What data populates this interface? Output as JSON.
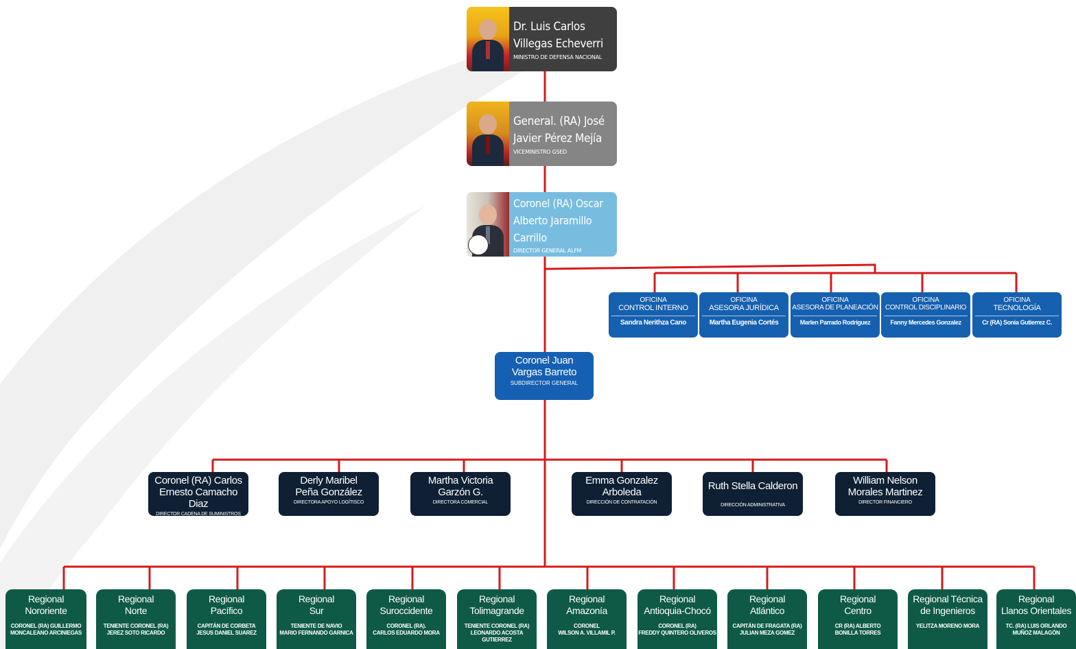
{
  "colors": {
    "connector": "#d41b1b",
    "minister": "#3f3f3f",
    "vice": "#858585",
    "director": "#78bde0",
    "office": "#1660b0",
    "subdirector": "#1560b3",
    "directorate": "#0f2034",
    "regional": "#0f5a46"
  },
  "minister": {
    "name": "Dr. Luis Carlos\nVillegas Echeverri",
    "role": "MINISTRO DE DEFENSA NACIONAL"
  },
  "vice_minister": {
    "name": "General. (RA) José\nJavier Pérez Mejía",
    "role": "VICEMINISTRO GSED"
  },
  "director_general": {
    "name": "Coronel (RA) Oscar\nAlberto Jaramillo Carrillo",
    "role": "DIRECTOR GENERAL ALFM"
  },
  "offices": [
    {
      "line1": "OFICINA",
      "line2": "CONTROL INTERNO",
      "person": "Sandra Nerithza Cano"
    },
    {
      "line1": "OFICINA",
      "line2": "ASESORA JURÍDICA",
      "person": "Martha Eugenia Cortés"
    },
    {
      "line1": "OFICINA",
      "line2": "ASESORA DE PLANEACIÓN",
      "person": "Marlen Parrado Rodriguez"
    },
    {
      "line1": "OFICINA",
      "line2": "CONTROL DISCIPLINARIO",
      "person": "Fanny Mercedes Gonzalez"
    },
    {
      "line1": "OFICINA",
      "line2": "TECNOLOGÍA",
      "person": "Cr (RA) Sonia Gutierrez C."
    }
  ],
  "subdirector": {
    "name": "Coronel Juan\nVargas Barreto",
    "role": "SUBDIRECTOR GENERAL"
  },
  "directorates": [
    {
      "name": "Coronel (RA) Carlos\nErnesto Camacho Diaz",
      "role": "DIRECTOR CADENA DE SUMINISTROS"
    },
    {
      "name": "Derly Maribel\nPeña González",
      "role": "DIRECTORA APOYO LOGÍTISCO"
    },
    {
      "name": "Martha Victoria\nGarzón G.",
      "role": "DIRECTORA COMERCIAL"
    },
    {
      "name": "Emma Gonzalez\nArboleda",
      "role": "DIRECCIÓN DE CONTRATACIÓN"
    },
    {
      "name": "Ruth Stella Calderon",
      "role": "DIRECCIÓN ADMINISTRATIVA"
    },
    {
      "name": "William Nelson\nMorales Martinez",
      "role": "DIRECTOR FINANCIERO"
    }
  ],
  "regionals": [
    {
      "name": "Regional\nNororiente",
      "person": "CORONEL (RA) GUILLERMO\nMONCALEANO ARCINIEGAS"
    },
    {
      "name": "Regional\nNorte",
      "person": "TENIENTE CORONEL (RA)\nJEREZ SOTO RICARDO"
    },
    {
      "name": "Regional\nPacífico",
      "person": "CAPITÁN DE CORBETA\nJESUS DANIEL SUAREZ"
    },
    {
      "name": "Regional\nSur",
      "person": "TENIENTE DE NAVIO\nMARIO FERNANDO GARNICA"
    },
    {
      "name": "Regional\nSuroccidente",
      "person": "CORONEL (RA).\nCARLOS EDUARDO MORA"
    },
    {
      "name": "Regional\nTolimagrande",
      "person": "TENIENTE CORONEL (RA)\nLEONARDO ACOSTA GUTIERREZ"
    },
    {
      "name": "Regional\nAmazonía",
      "person": "CORONEL\nWILSON A. VILLAMIL P."
    },
    {
      "name": "Regional\nAntioquia-Chocó",
      "person": "CORONEL (RA)\nFREDDY QUINTERO OLIVEROS"
    },
    {
      "name": "Regional\nAtlántico",
      "person": "CAPITÁN DE FRAGATA (RA)\nJULIAN MEZA GOMEZ"
    },
    {
      "name": "Regional\nCentro",
      "person": "CR (RA) ALBERTO\nBONILLA TORRES"
    },
    {
      "name": "Regional Técnica\nde Ingenieros",
      "person": "YELITZA MORENO MORA"
    },
    {
      "name": "Regional\nLlanos Orientales",
      "person": "TC. (RA) LUIS ORLANDO\nMUÑOZ MALAGÓN"
    }
  ]
}
